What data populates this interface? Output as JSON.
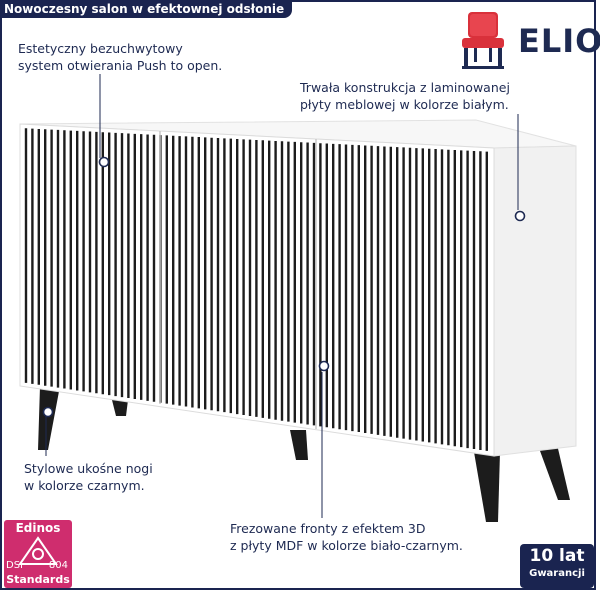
{
  "banner": {
    "title": "Nowoczesny salon w efektownej odsłonie"
  },
  "brand": {
    "name": "ELIOR",
    "icon": "red-chair-icon",
    "accent": "#d9313b"
  },
  "callouts": {
    "push": [
      "Estetyczny bezuchwytowy",
      "system otwierania Push to open."
    ],
    "board": [
      "Trwała konstrukcja z laminowanej",
      "płyty meblowej w kolorze białym."
    ],
    "legs": [
      "Stylowe ukośne nogi",
      "w kolorze czarnym."
    ],
    "fronts": [
      "Frezowane fronty z efektem 3D",
      "z płyty MDF w kolorze biało-czarnym."
    ]
  },
  "badges": {
    "edinos": {
      "name": "Edinos",
      "dsi": "DSI",
      "number": "804",
      "label": "Standards",
      "color": "#cf2d6e"
    },
    "warranty": {
      "years": "10 lat",
      "label": "Gwarancji",
      "color": "#1a2450"
    }
  },
  "colors": {
    "navy": "#1a2450",
    "white": "#ffffff",
    "black": "#1c1c1c"
  }
}
